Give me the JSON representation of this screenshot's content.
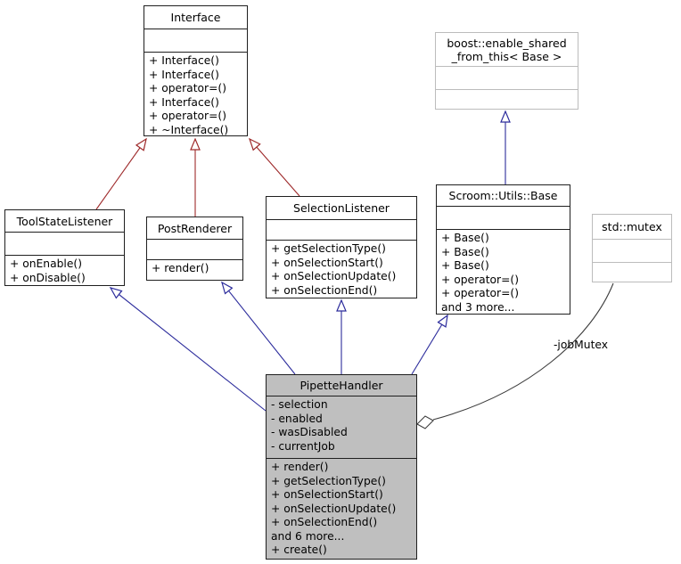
{
  "classes": {
    "interface": {
      "title": "Interface",
      "attributes": [],
      "methods": [
        "+ Interface()",
        "+ Interface()",
        "+ operator=()",
        "+ Interface()",
        "+ operator=()",
        "+ ~Interface()"
      ]
    },
    "boost_enable_shared": {
      "title": "boost::enable_shared\n_from_this< Base >",
      "attributes": [],
      "methods": []
    },
    "tool_state_listener": {
      "title": "ToolStateListener",
      "attributes": [],
      "methods": [
        "+ onEnable()",
        "+ onDisable()"
      ]
    },
    "post_renderer": {
      "title": "PostRenderer",
      "attributes": [],
      "methods": [
        "+ render()"
      ]
    },
    "selection_listener": {
      "title": "SelectionListener",
      "attributes": [],
      "methods": [
        "+ getSelectionType()",
        "+ onSelectionStart()",
        "+ onSelectionUpdate()",
        "+ onSelectionEnd()"
      ]
    },
    "scroom_utils_base": {
      "title": "Scroom::Utils::Base",
      "attributes": [],
      "methods": [
        "+ Base()",
        "+ Base()",
        "+ Base()",
        "+ operator=()",
        "+ operator=()",
        "and 3 more..."
      ]
    },
    "std_mutex": {
      "title": "std::mutex",
      "attributes": [],
      "methods": []
    },
    "pipette_handler": {
      "title": "PipetteHandler",
      "attributes": [
        "- selection",
        "- enabled",
        "- wasDisabled",
        "- currentJob"
      ],
      "methods": [
        "+ render()",
        "+ getSelectionType()",
        "+ onSelectionStart()",
        "+ onSelectionUpdate()",
        "+ onSelectionEnd()",
        "and 6 more...",
        "+ create()"
      ]
    }
  },
  "edges": {
    "job_mutex_label": "-jobMutex"
  },
  "colors": {
    "inheritance_blue": "#2c2c9c",
    "inheritance_red": "#9e2a2b",
    "usage_gray": "#3c3c3c"
  }
}
